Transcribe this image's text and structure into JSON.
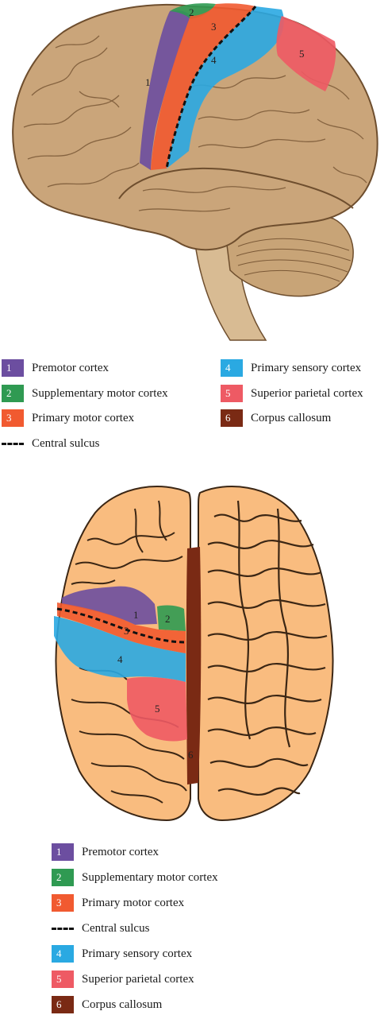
{
  "colors": {
    "premotor": "#6c4ea0",
    "supplementary": "#2f9a52",
    "primary_motor": "#f15a30",
    "primary_sensory": "#2aa9e2",
    "superior_parietal": "#ee5a64",
    "corpus_callosum": "#7a2a14",
    "brain_lateral": "#c9a47a",
    "brain_dorsal": "#f9bc7f"
  },
  "regions": {
    "premotor": {
      "num": "1",
      "label": "Premotor cortex"
    },
    "supplementary": {
      "num": "2",
      "label": "Supplementary motor cortex"
    },
    "primary_motor": {
      "num": "3",
      "label": "Primary motor cortex"
    },
    "primary_sensory": {
      "num": "4",
      "label": "Primary sensory cortex"
    },
    "superior_parietal": {
      "num": "5",
      "label": "Superior parietal cortex"
    },
    "corpus_callosum": {
      "num": "6",
      "label": "Corpus callosum"
    },
    "central_sulcus": {
      "label": "Central sulcus"
    }
  }
}
